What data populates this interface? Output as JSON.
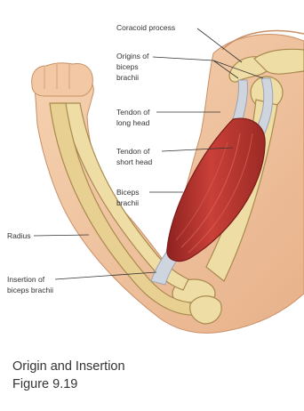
{
  "labels": {
    "coracoid_process": "Coracoid process",
    "origins_line1": "Origins of",
    "origins_line2": "biceps",
    "origins_line3": "brachii",
    "tendon_long_line1": "Tendon of",
    "tendon_long_line2": "long head",
    "tendon_short_line1": "Tendon of",
    "tendon_short_line2": "short head",
    "biceps_line1": "Biceps",
    "biceps_line2": "brachii",
    "radius": "Radius",
    "insertion_line1": "Insertion of",
    "insertion_line2": "biceps brachii"
  },
  "caption": {
    "line1": "Origin and Insertion",
    "line2": "Figure 9.19"
  },
  "colors": {
    "skin": "#f2c9a4",
    "skin_shadow": "#d9a27c",
    "bone": "#efdda6",
    "bone_outline": "#a98a4e",
    "muscle": "#c23a34",
    "muscle_dark": "#8e2220",
    "tendon": "#cfd5df",
    "leader": "#333333"
  }
}
